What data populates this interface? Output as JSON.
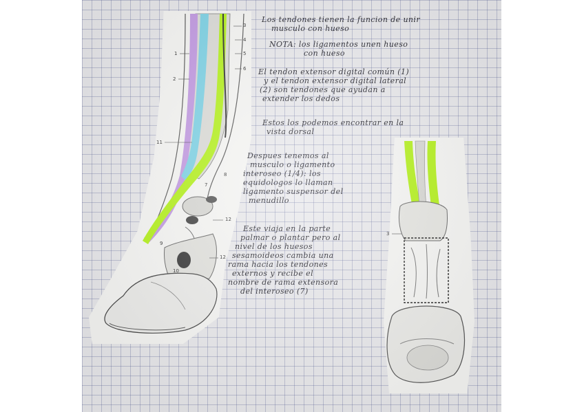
{
  "notes": {
    "tendons": [
      "Los tendones tienen la funcion de unir",
      "musculo con hueso"
    ],
    "nota": [
      "NOTA: los ligamentos unen hueso",
      "con hueso"
    ],
    "extensor": [
      "El tendon extensor digital común (1)",
      "y el tendon extensor digital lateral",
      "(2) son tendones que ayudan a",
      "extender los dedos"
    ],
    "dorsal": [
      "Estos los podemos encontrar en la",
      "vista dorsal"
    ],
    "interoseo": [
      "Despues tenemos al",
      "musculo o ligamento",
      "interoseo (1/4): los",
      "equidologos lo llaman",
      "ligamento suspensor del",
      "menudillo"
    ],
    "palmar": [
      "Este viaja en la parte",
      "palmar o plantar pero al",
      "nivel de los huesos",
      "sesamoideos cambia una",
      "rama hacia los tendones",
      "externos y recibe el",
      "nombre de rama extensora",
      "del interoseo (7)"
    ]
  },
  "diagram_labels": {
    "n1": "1",
    "n2": "2",
    "n3": "3",
    "n4": "4",
    "n5": "5",
    "n6": "6",
    "n7": "7",
    "n8": "8",
    "n9": "9",
    "n10": "10",
    "n11": "11",
    "n12a": "12",
    "n12b": "12"
  },
  "right_labels": {
    "r3": "3"
  },
  "colors": {
    "paper": "#e9e9ec",
    "grid": "#5a6496",
    "ink": "#26262e",
    "highlight_green": "#b5f21c",
    "highlight_purple": "#c39be3",
    "highlight_blue": "#7fd3e6"
  }
}
